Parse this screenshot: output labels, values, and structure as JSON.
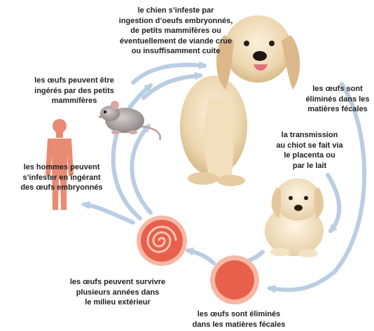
{
  "labels": {
    "dog_infestation": "le chien s’infeste par\ningestion d’oeufs embryonnés,\nde petits mammifères ou\néventuellement de viande crue\nou insuffisamment cuite",
    "eggs_eliminated_top": "les œufs sont\néliminés dans les\nmatières fécales",
    "transmission_puppy": "la transmission\nau chiot se fait via\nle placenta ou\npar le lait",
    "eggs_ingested_mammals": "les œufs peuvent être\ningérés par des petits\nmammifères",
    "humans_infested": "les hommes peuvent\ns’infester en ingérant\ndes œufs embryonnés",
    "eggs_survive": "les œufs peuvent survivre\nplusieurs années dans\nle milieu extérieur",
    "eggs_eliminated_bottom": "les œufs sont éliminés\ndans les matières fécales"
  },
  "colors": {
    "arrow": "#b9cde3",
    "egg_fill": "#e8604b",
    "egg_ring": "#f6b8a4",
    "human": "#e98a73",
    "text": "#222222"
  },
  "icons": [
    "adult-dog",
    "puppy",
    "rat",
    "human-figure",
    "embryonated-egg",
    "egg"
  ]
}
